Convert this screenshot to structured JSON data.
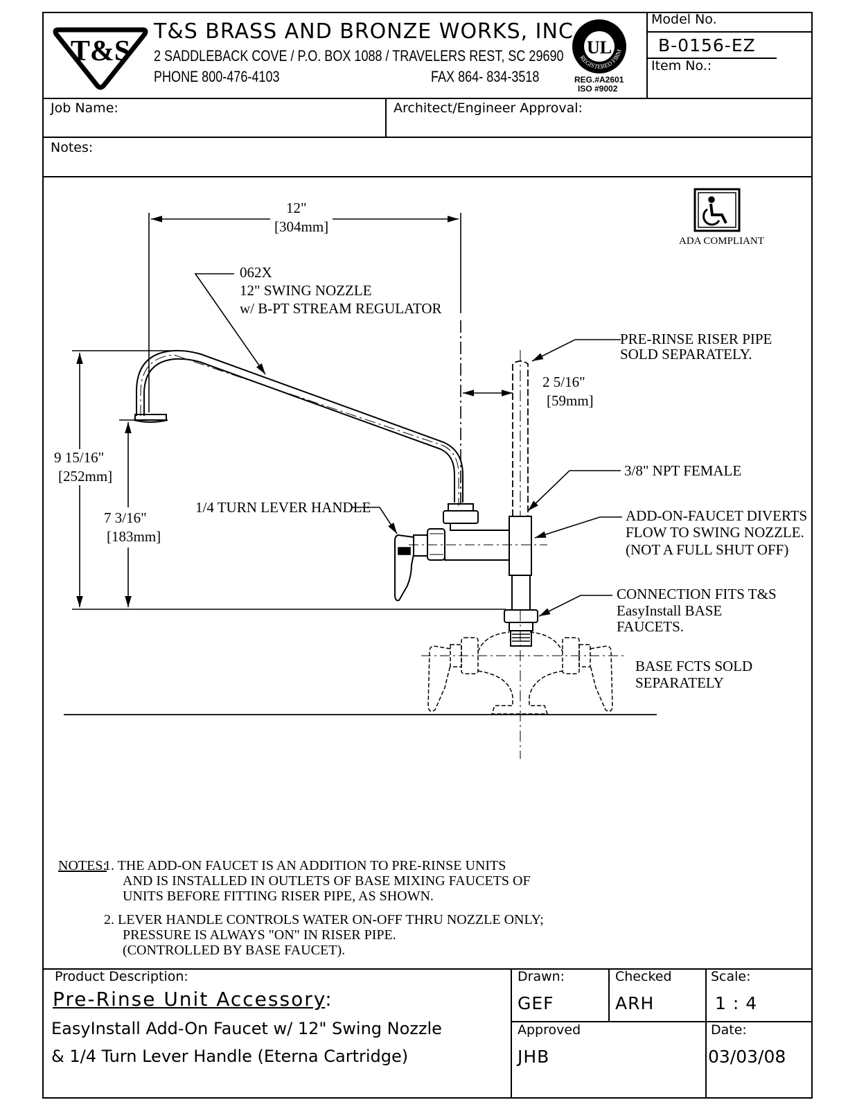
{
  "header": {
    "logo_text": "T&S",
    "company": "T&S BRASS AND BRONZE WORKS, INC.",
    "address": "2 SADDLEBACK COVE / P.O. BOX 1088 / TRAVELERS REST, SC 29690",
    "phone": "PHONE 800-476-4103",
    "fax": "FAX  864- 834-3518",
    "ul_mark": "UL",
    "ul_ring_text": "REGISTERED FIRM",
    "reg_no": "REG.#A2601",
    "iso_no": "ISO  #9002",
    "model_label": "Model  No.",
    "model_value": "B-0156-EZ",
    "item_label": "Item  No.:"
  },
  "fields": {
    "job_name": "Job  Name:",
    "architect": "Architect/Engineer  Approval:",
    "notes": "Notes:"
  },
  "drawing": {
    "ada": "ADA COMPLIANT",
    "dim_width": "12\"",
    "dim_width_mm": "[304mm]",
    "dim_height": "9 15/16\"",
    "dim_height_mm": "[252mm]",
    "dim_outlet": "7 3/16\"",
    "dim_outlet_mm": "[183mm]",
    "dim_offset": "2 5/16\"",
    "dim_offset_mm": "[59mm]",
    "callout_nozzle": [
      "062X",
      "12\" SWING NOZZLE",
      "w/ B-PT STREAM REGULATOR"
    ],
    "callout_riser": [
      "PRE-RINSE RISER PIPE",
      "SOLD SEPARATELY."
    ],
    "callout_npt": "3/8\" NPT FEMALE",
    "callout_divert": [
      "ADD-ON-FAUCET DIVERTS",
      "FLOW TO SWING NOZZLE.",
      "(NOT A FULL SHUT OFF)"
    ],
    "callout_handle": "1/4 TURN LEVER HANDLE",
    "callout_connection": [
      "CONNECTION FITS T&S",
      "EasyInstall BASE",
      "FAUCETS."
    ],
    "callout_base": [
      "BASE FCTS SOLD",
      "SEPARATELY"
    ]
  },
  "notes_block": {
    "heading": "NOTES:",
    "note1": [
      "1. THE ADD-ON FAUCET IS AN ADDITION TO PRE-RINSE UNITS",
      "AND IS INSTALLED IN OUTLETS OF BASE MIXING FAUCETS OF",
      "UNITS BEFORE FITTING RISER PIPE, AS SHOWN."
    ],
    "note2": [
      "2. LEVER HANDLE CONTROLS WATER ON-OFF THRU NOZZLE ONLY;",
      "PRESSURE IS ALWAYS \"ON\" IN RISER PIPE.",
      "(CONTROLLED BY BASE FAUCET)."
    ]
  },
  "title_block": {
    "product_label": "Product  Description:",
    "product_title": "Pre-Rinse  Unit  Accessory",
    "product_colon": ":",
    "desc_line1": "EasyInstall  Add-On  Faucet  w/  12\"  Swing  Nozzle",
    "desc_line2": "&  1/4  Turn  Lever  Handle    (Eterna  Cartridge)",
    "drawn_label": "Drawn:",
    "drawn_value": "GEF",
    "checked_label": "Checked",
    "checked_value": "ARH",
    "scale_label": "Scale:",
    "scale_value": "1 : 4",
    "approved_label": "Approved",
    "approved_value": "JHB",
    "date_label": "Date:",
    "date_value": "03/03/08"
  }
}
